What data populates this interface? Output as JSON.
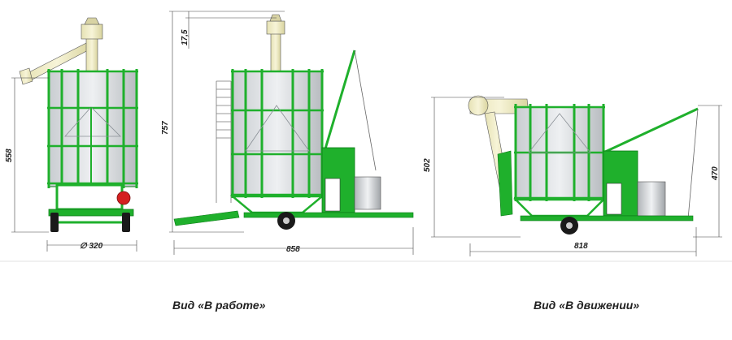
{
  "dimensions": {
    "front_height": "558",
    "front_width": "∅ 320",
    "work_total_height": "757",
    "work_top_offset": "17,5",
    "work_length": "858",
    "transport_height": "502",
    "transport_right_height": "470",
    "transport_length": "818"
  },
  "captions": {
    "work": "Вид «В работе»",
    "transport": "Вид «В движении»"
  },
  "colors": {
    "green": "#1fb02c",
    "dark_green": "#0d7a18",
    "light_green": "#8fe28a",
    "cream": "#f2efc9",
    "grey": "#9aa0a6",
    "light_grey": "#d9dde0",
    "red": "#d42020",
    "black": "#1a1a1a"
  }
}
